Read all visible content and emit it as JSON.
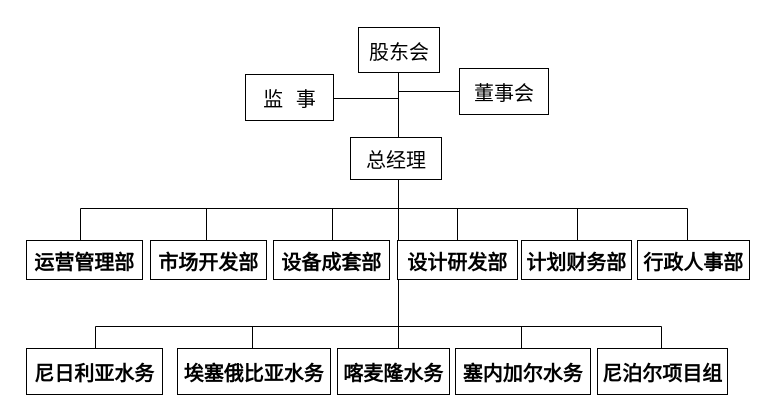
{
  "org": {
    "shareholders": "股东会",
    "supervisor": "监  事",
    "board": "董事会",
    "gm": "总经理",
    "departments": [
      "运营管理部",
      "市场开发部",
      "设备成套部",
      "设计研发部",
      "计划财务部",
      "行政人事部"
    ],
    "projects": [
      "尼日利亚水务",
      "埃塞俄比亚水务",
      "喀麦隆水务",
      "塞内加尔水务",
      "尼泊尔项目组"
    ]
  }
}
